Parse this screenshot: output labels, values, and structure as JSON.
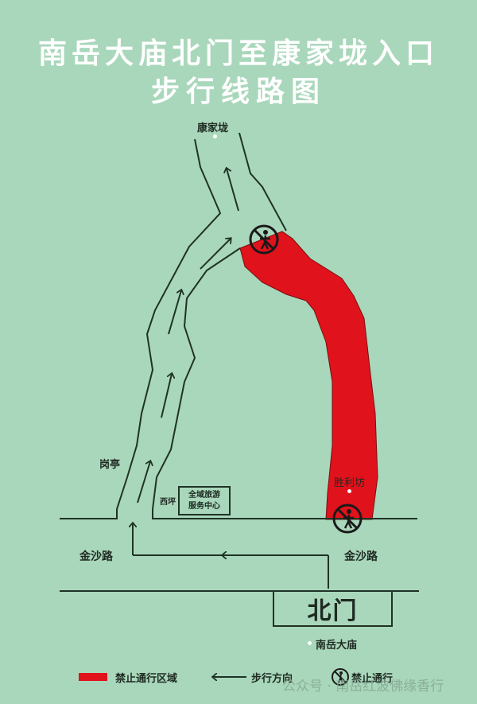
{
  "title": {
    "line1": "南岳大庙北门至康家垅入口",
    "line2": "步行线路图"
  },
  "colors": {
    "background": "#a9d7bb",
    "restricted_area": "#e0121c",
    "line": "#1f3326",
    "title_text": "#ffffff"
  },
  "places": {
    "kangjialong": "康家垅",
    "gangting": "岗亭",
    "xiping": "西坪",
    "service_center_line1": "全域旅游",
    "service_center_line2": "服务中心",
    "shenglifang": "胜利坊",
    "jinshalu_left": "金沙路",
    "jinshalu_right": "金沙路",
    "beimen": "北门",
    "nanyuedamiao": "南岳大庙"
  },
  "legend": {
    "restricted_area": "禁止通行区域",
    "walking_direction": "步行方向",
    "no_passage": "禁止通行"
  },
  "watermark": "公众号 · 南岳红波佛缘香行"
}
